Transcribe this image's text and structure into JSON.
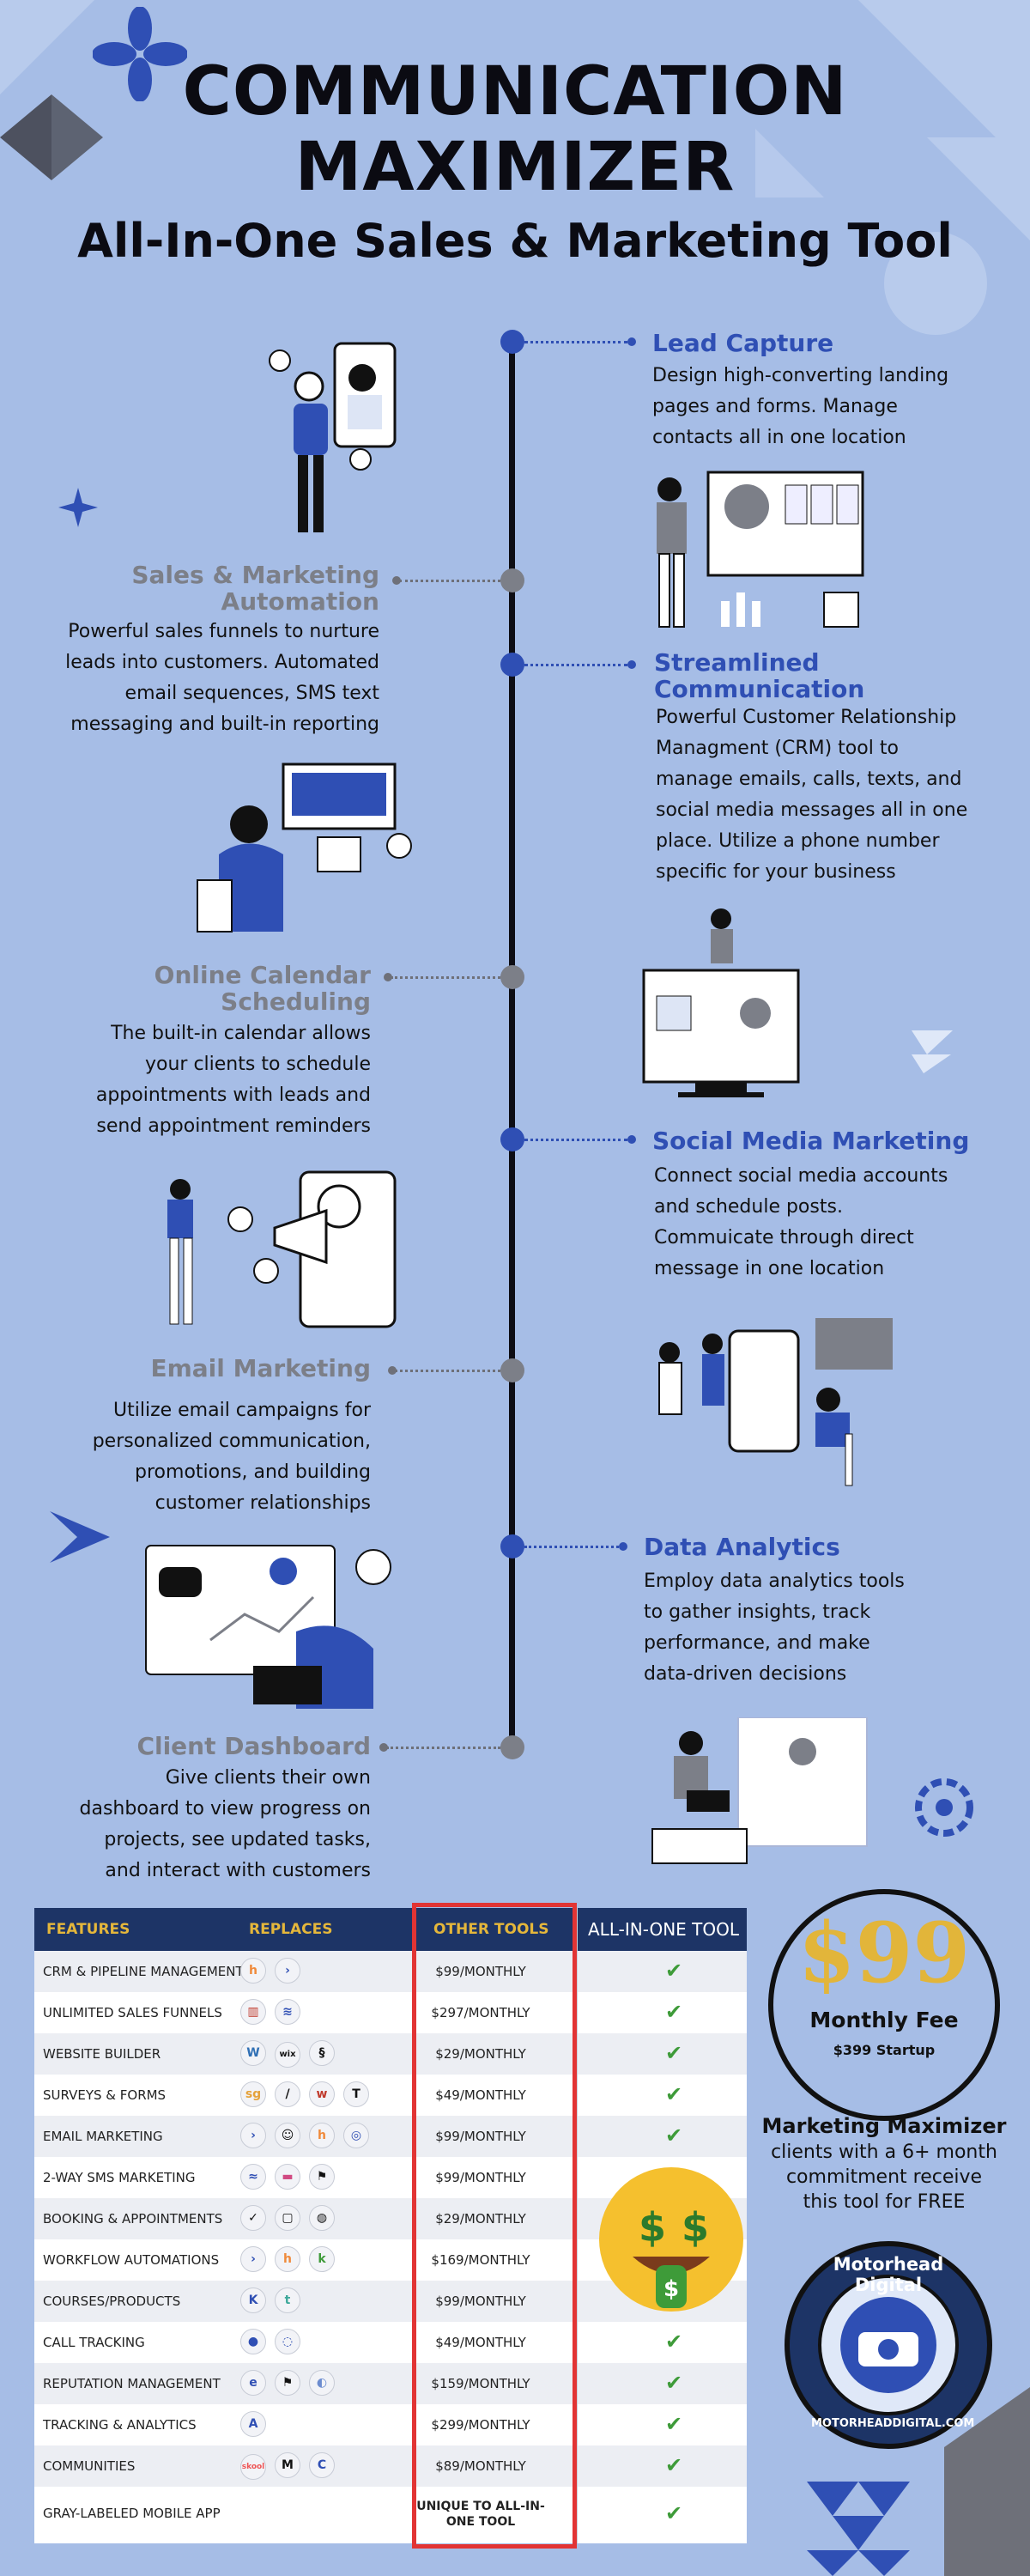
{
  "header": {
    "title_line1": "COMMUNICATION",
    "title_line2": "MAXIMIZER",
    "subtitle": "All-In-One Sales & Marketing Tool"
  },
  "features_right": [
    {
      "title": "Lead Capture",
      "desc": [
        "Design high-converting landing",
        "pages and forms. Manage",
        "contacts all in one location"
      ]
    },
    {
      "title": [
        "Streamlined",
        "Communication"
      ],
      "desc": [
        "Powerful Customer Relationship",
        "Managment (CRM) tool to",
        "manage emails, calls, texts, and",
        "social media messages all in one",
        "place. Utilize a phone number",
        "specific for your business"
      ]
    },
    {
      "title": "Social Media Marketing",
      "desc": [
        "Connect social media accounts",
        "and schedule posts.",
        "Commuicate through direct",
        "message in one location"
      ]
    },
    {
      "title": "Data Analytics",
      "desc": [
        "Employ data analytics tools",
        "to gather insights, track",
        "performance, and make",
        "data-driven decisions"
      ]
    }
  ],
  "features_left": [
    {
      "title": [
        "Sales & Marketing",
        "Automation"
      ],
      "desc": [
        "Powerful sales funnels to nurture",
        "leads into customers. Automated",
        "email sequences, SMS text",
        "messaging and built-in reporting"
      ]
    },
    {
      "title": [
        "Online Calendar",
        "Scheduling"
      ],
      "desc": [
        "The built-in calendar allows",
        "your clients to schedule",
        "appointments with leads and",
        "send appointment reminders"
      ]
    },
    {
      "title": "Email Marketing",
      "desc": [
        "Utilize email campaigns for",
        "personalized communication,",
        "promotions, and building",
        "customer relationships"
      ]
    },
    {
      "title": "Client Dashboard",
      "desc": [
        "Give clients their own",
        "dashboard to view progress on",
        "projects, see updated tasks,",
        "and interact with customers"
      ]
    }
  ],
  "table": {
    "headers": {
      "features": "FEATURES",
      "replaces": "REPLACES",
      "other_tools": "OTHER TOOLS",
      "all_in_one": "ALL-IN-ONE TOOL"
    },
    "rows": [
      {
        "feature": "CRM & PIPELINE MANAGEMENT",
        "price": "$99/MONTHLY",
        "check": "✔"
      },
      {
        "feature": "UNLIMITED SALES FUNNELS",
        "price": "$297/MONTHLY",
        "check": "✔"
      },
      {
        "feature": "WEBSITE BUILDER",
        "price": "$29/MONTHLY",
        "check": "✔"
      },
      {
        "feature": "SURVEYS & FORMS",
        "price": "$49/MONTHLY",
        "check": "✔"
      },
      {
        "feature": "EMAIL MARKETING",
        "price": "$99/MONTHLY",
        "check": "✔"
      },
      {
        "feature": "2-WAY SMS MARKETING",
        "price": "$99/MONTHLY",
        "check": ""
      },
      {
        "feature": "BOOKING & APPOINTMENTS",
        "price": "$29/MONTHLY",
        "check": ""
      },
      {
        "feature": "WORKFLOW AUTOMATIONS",
        "price": "$169/MONTHLY",
        "check": ""
      },
      {
        "feature": "COURSES/PRODUCTS",
        "price": "$99/MONTHLY",
        "check": ""
      },
      {
        "feature": "CALL TRACKING",
        "price": "$49/MONTHLY",
        "check": "✔"
      },
      {
        "feature": "REPUTATION MANAGEMENT",
        "price": "$159/MONTHLY",
        "check": "✔"
      },
      {
        "feature": "TRACKING & ANALYTICS",
        "price": "$299/MONTHLY",
        "check": "✔"
      },
      {
        "feature": "COMMUNITIES",
        "price": "$89/MONTHLY",
        "check": "✔"
      },
      {
        "feature": "GRAY-LABELED MOBILE APP",
        "price_line1": "UNIQUE TO ALL-IN-",
        "price_line2": "ONE TOOL",
        "check": "✔"
      }
    ]
  },
  "pricing": {
    "price": "$99",
    "monthly_fee": "Monthly Fee",
    "startup": "$399 Startup",
    "promo_title": "Marketing Maximizer",
    "promo_desc": [
      "clients with a 6+ month",
      "commitment receive",
      "this tool for FREE"
    ]
  },
  "brand": {
    "name": "Motorhead Digital",
    "url": "MOTORHEADDIGITAL.COM"
  },
  "colors": {
    "background": "#a6bde6",
    "accent_blue": "#2f4fb4",
    "muted_gray": "#7c7f88",
    "table_header": "#1d3466",
    "gold": "#e2b53a",
    "highlight_red": "#e23434",
    "check_green": "#3e9b39"
  }
}
